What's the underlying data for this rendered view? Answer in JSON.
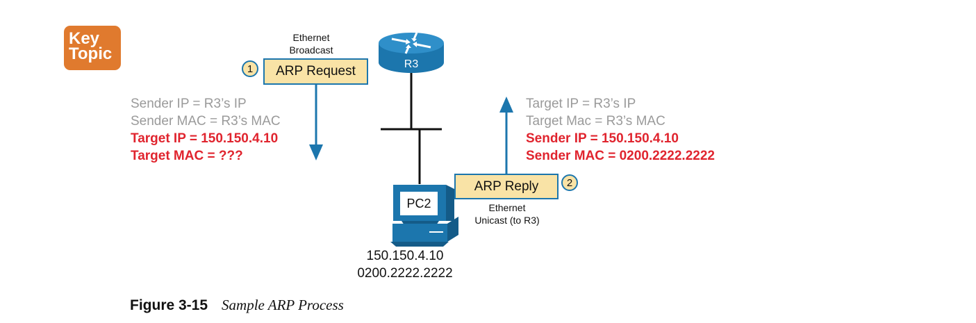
{
  "key_topic": {
    "line1": "Key",
    "line2": "Topic"
  },
  "router": {
    "label": "R3"
  },
  "pc": {
    "label": "PC2",
    "ip": "150.150.4.10",
    "mac": "0200.2222.2222"
  },
  "request": {
    "step": "1",
    "label": "ARP Request",
    "frame_line1": "Ethernet",
    "frame_line2": "Broadcast",
    "fields": {
      "sender_ip": "Sender IP = R3’s IP",
      "sender_mac": "Sender MAC = R3’s MAC",
      "target_ip": "Target IP = 150.150.4.10",
      "target_mac": "Target MAC = ???"
    }
  },
  "reply": {
    "step": "2",
    "label": "ARP Reply",
    "frame_line1": "Ethernet",
    "frame_line2": "Unicast (to R3)",
    "fields": {
      "target_ip": "Target IP = R3’s IP",
      "target_mac": "Target Mac = R3’s MAC",
      "sender_ip": "Sender IP = 150.150.4.10",
      "sender_mac": "Sender MAC = 0200.2222.2222"
    }
  },
  "caption": {
    "number": "Figure 3-15",
    "title": "Sample ARP Process"
  },
  "colors": {
    "accent": "#1c76ad",
    "key_topic": "#e07a2e",
    "message_fill": "#f9e3a6",
    "highlight": "#e0242e",
    "muted": "#9a9a9a"
  }
}
